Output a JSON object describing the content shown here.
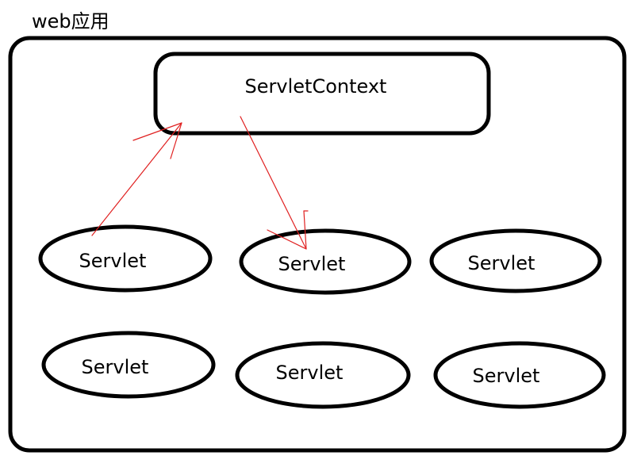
{
  "title": "web应用",
  "context": {
    "label": "ServletContext"
  },
  "servlets": [
    {
      "label": "Servlet"
    },
    {
      "label": "Servlet"
    },
    {
      "label": "Servlet"
    },
    {
      "label": "Servlet"
    },
    {
      "label": "Servlet"
    },
    {
      "label": "Servlet"
    }
  ],
  "colors": {
    "outline": "#000000",
    "arrow": "#e02020",
    "background": "#ffffff"
  }
}
